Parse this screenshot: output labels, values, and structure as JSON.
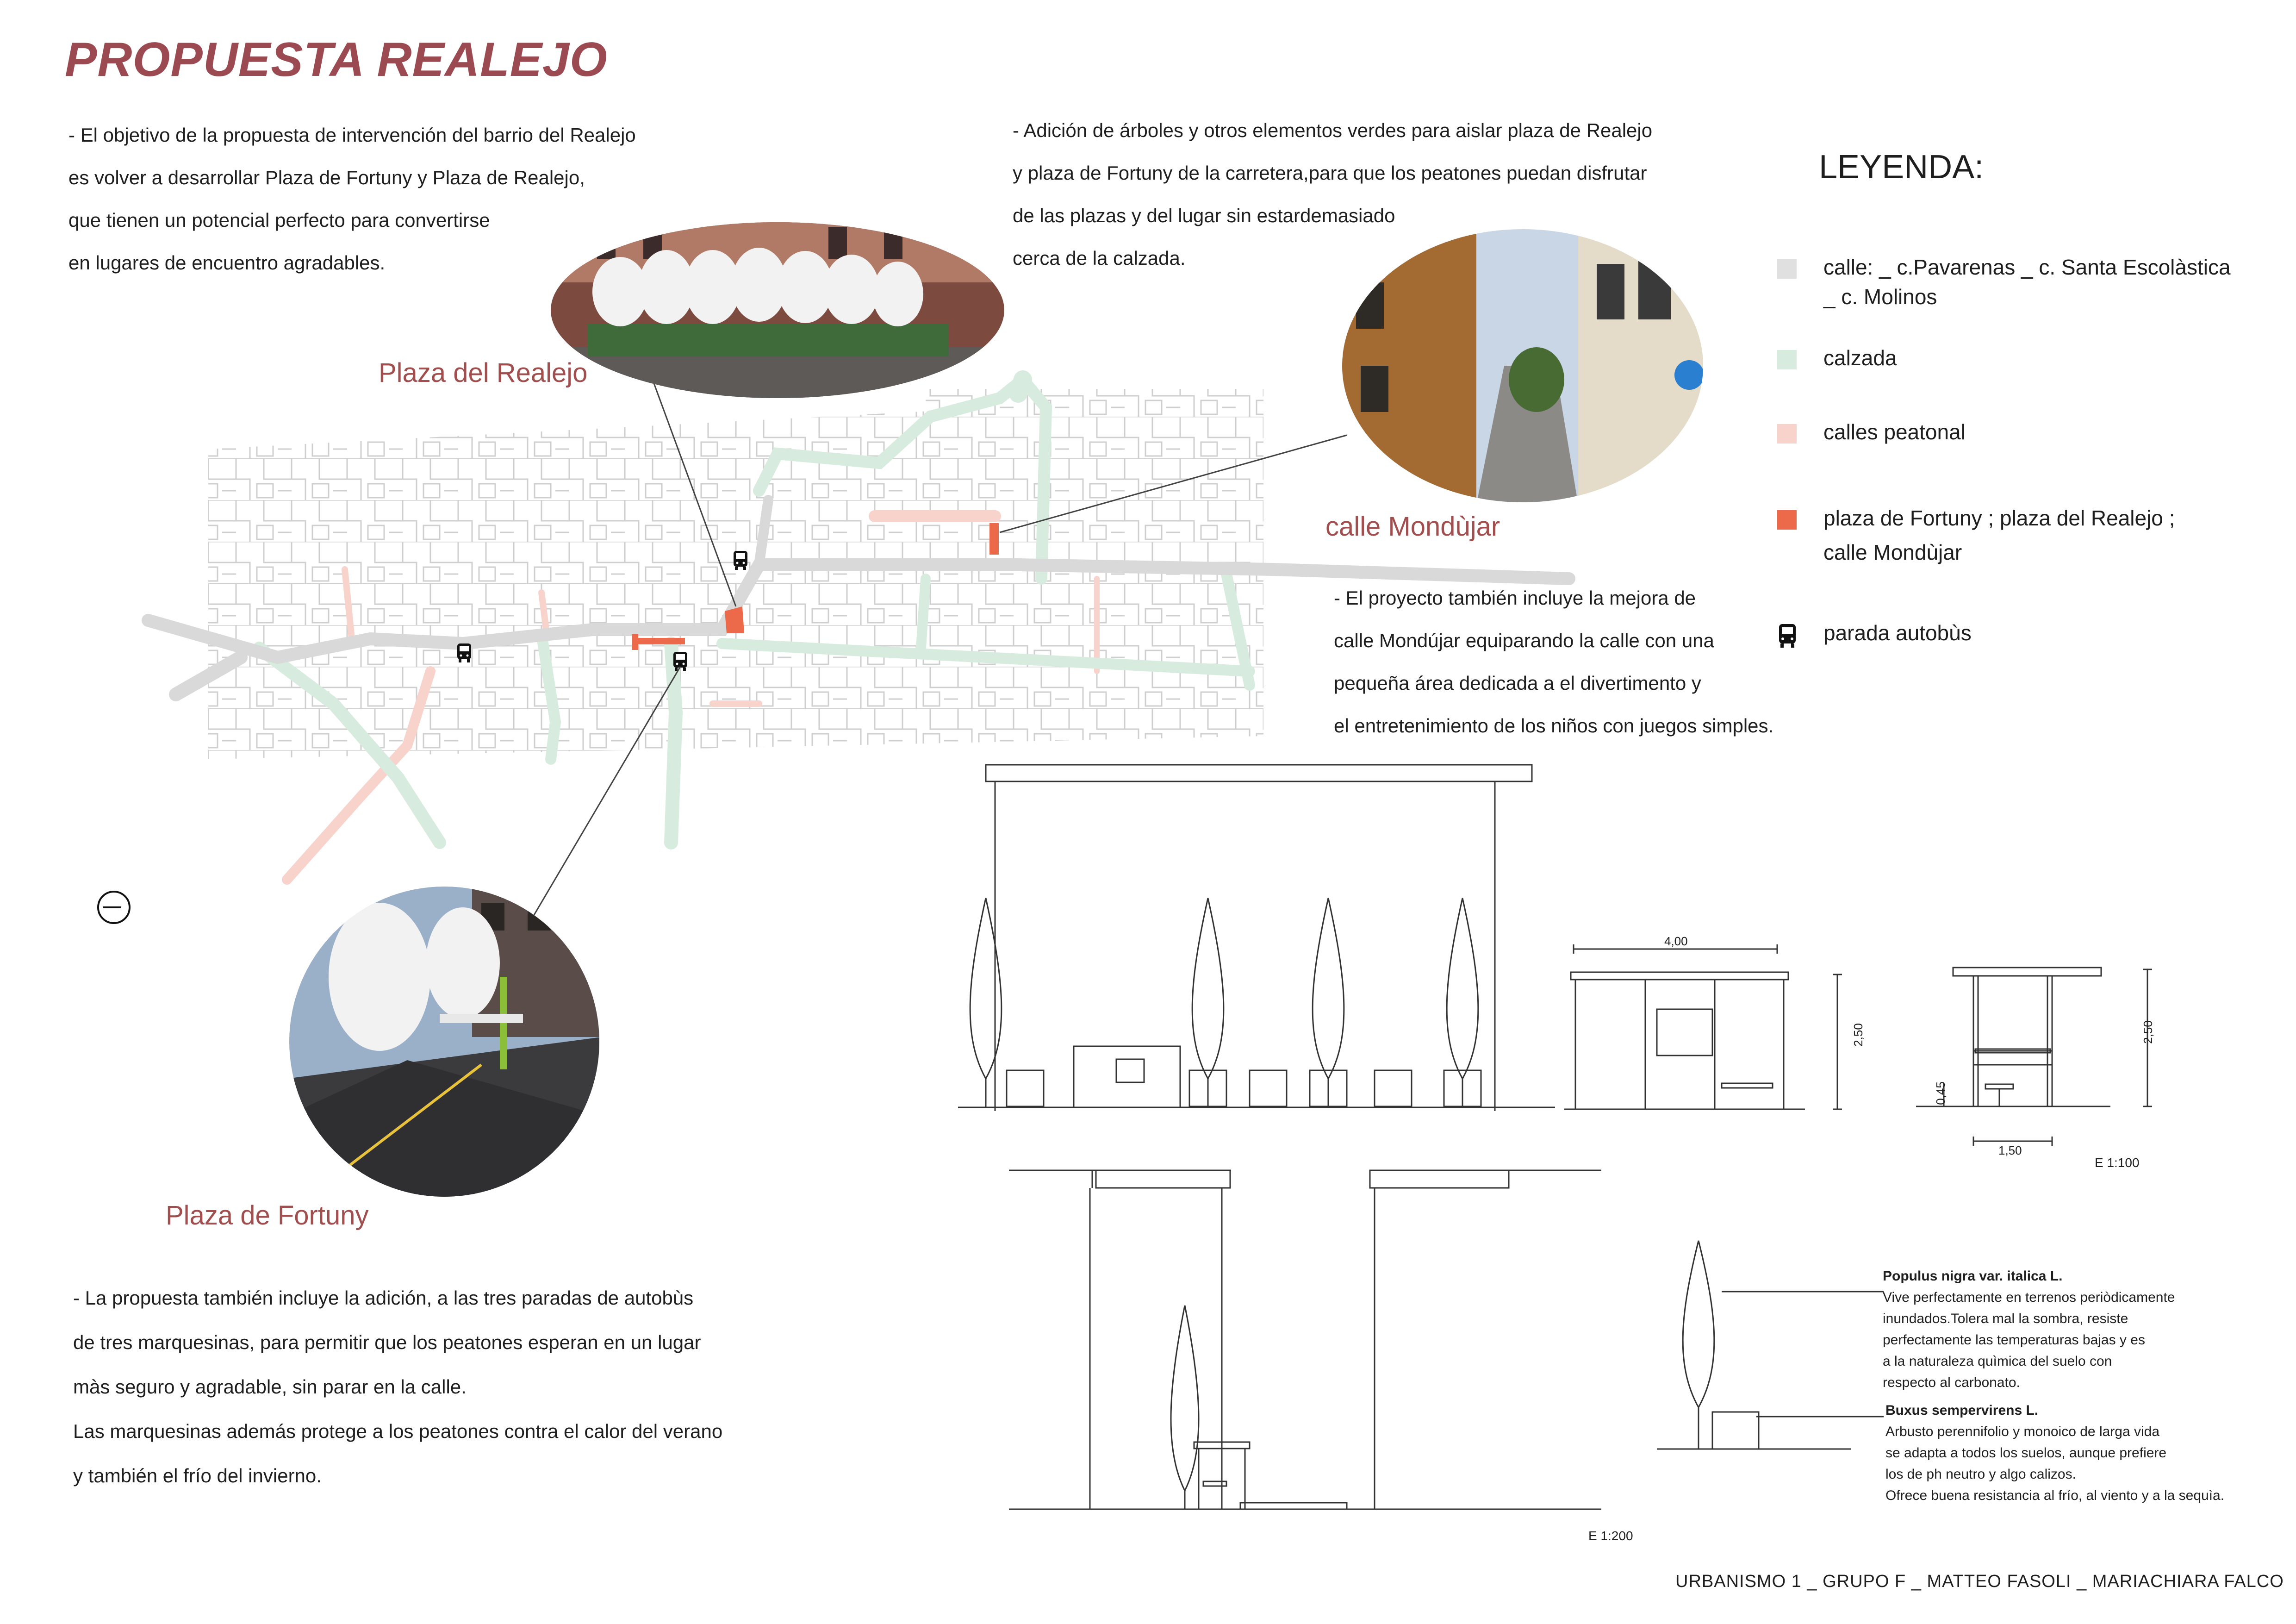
{
  "title": "PROPUESTA REALEJO",
  "intro_lines": [
    "- El objetivo de la propuesta de intervención del barrio del Realejo",
    "es volver a desarrollar Plaza de Fortuny y Plaza de Realejo,",
    "que tienen un potencial perfecto para convertirse",
    "en lugares de encuentro agradables."
  ],
  "trees_lines": [
    "- Adición de árboles y otros elementos verdes para aislar plaza de Realejo",
    "y plaza de Fortuny de la carretera,para que los peatones puedan disfrutar",
    "de las plazas y del lugar sin estardemasiado",
    " cerca de la calzada."
  ],
  "mondujar_lines": [
    "- El proyecto también incluye la mejora de",
    "calle Mondújar equiparando la calle con una",
    "pequeña área dedicada a el divertimento y",
    "el entretenimiento de los niños con juegos simples."
  ],
  "bus_lines": [
    "- La propuesta también incluye la adición, a las tres paradas de autobùs",
    "de tres marquesinas, para permitir que los peatones esperan en un lugar",
    "màs seguro y agradable, sin parar en la calle.",
    "Las marquesinas además protege a los peatones contra el calor del verano",
    " y también el frío del invierno."
  ],
  "places": {
    "realejo": "Plaza del Realejo",
    "mondujar": "calle Mondùjar",
    "fortuny": "Plaza de Fortuny"
  },
  "legend": {
    "title": "LEYENDA:",
    "items": [
      {
        "lines": [
          "calle: _ c.Pavarenas _ c. Santa Escolàstica",
          "  _ c. Molinos"
        ],
        "color": "#e0e0e0"
      },
      {
        "lines": [
          "calzada"
        ],
        "color": "#d7ecdf"
      },
      {
        "lines": [
          "calles peatonal"
        ],
        "color": "#f8d3cb"
      },
      {
        "lines": [
          "plaza de Fortuny ; plaza del Realejo ;",
          "calle Mondùjar"
        ],
        "color": "#ec6a4a"
      },
      {
        "lines": [
          "parada autobùs"
        ],
        "icon": "bus-icon"
      }
    ]
  },
  "dimensions": {
    "shelter_width": "4,00",
    "shelter_height": "2,50",
    "side_height": "2,50",
    "seat_height": "0,45",
    "side_depth": "1,50"
  },
  "scales": {
    "upper": "E  1:100",
    "lower": "E  1:200"
  },
  "species": [
    {
      "name": "Populus nigra var. italica L.",
      "lines": [
        "Vive perfectamente en terrenos periòdicamente",
        "inundados.Tolera mal la sombra, resiste",
        "perfectamente las temperaturas bajas y es",
        "a la naturaleza quìmica del suelo con",
        "respecto al carbonato."
      ]
    },
    {
      "name": "Buxus sempervirens L.",
      "lines": [
        "Arbusto perennifolio y monoico de larga vida",
        "se adapta a todos los suelos, aunque prefiere",
        "los de ph neutro y algo calizos.",
        "Ofrece buena resistancia al frío, al viento y a la sequìa."
      ]
    }
  ],
  "footer": "URBANISMO 1  _  GRUPO F  _  MATTEO FASOLI  _  MARIACHIARA FALCO",
  "colors": {
    "title": "#9a4a50",
    "street": "#d9d9d9",
    "road": "#d7ecdf",
    "pedestrian": "#f8d3cb",
    "plaza": "#ec6a4a"
  }
}
